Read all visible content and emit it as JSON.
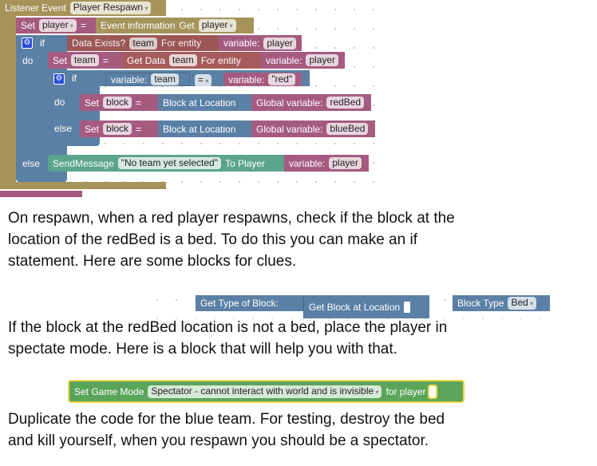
{
  "listener": {
    "label": "Listener Event",
    "event": "Player Respawn"
  },
  "set_player": {
    "set": "Set",
    "var": "player",
    "eq": "=",
    "info": "Event information",
    "get": "Get",
    "value": "player"
  },
  "if1": {
    "if": "if",
    "do": "do",
    "else": "else",
    "cond": "Data Exists?",
    "key": "team",
    "for": "For entity",
    "var_label": "variable:",
    "var": "player"
  },
  "set_team": {
    "set": "Set",
    "var": "team",
    "eq": "=",
    "get": "Get Data",
    "key": "team",
    "for": "For entity",
    "var_label": "variable:",
    "var2": "player"
  },
  "if2": {
    "if": "if",
    "do": "do",
    "else": "else",
    "var_label": "variable:",
    "left": "team",
    "op": "=",
    "right": "\"red\""
  },
  "set_red": {
    "set": "Set",
    "var": "block",
    "eq": "=",
    "fn": "Block at Location",
    "glabel": "Global variable:",
    "g": "redBed"
  },
  "set_blue": {
    "set": "Set",
    "var": "block",
    "eq": "=",
    "fn": "Block at Location",
    "glabel": "Global variable:",
    "g": "blueBed"
  },
  "send": {
    "label": "SendMessage",
    "msg": "\"No team yet selected\"",
    "to": "To Player",
    "var_label": "variable:",
    "var": "player"
  },
  "para1": [
    "On respawn, when a red player respawns, check if the block at the",
    "location of the redBed is a bed.   To do this you can make an if",
    "statement.   Here are some blocks for clues."
  ],
  "clue": {
    "type_of": "Get Type of Block:",
    "get_block": "Get Block at Location",
    "block_type": "Block Type",
    "bed": "Bed"
  },
  "para2": [
    "If the block at the redBed location is not a bed, place the player in",
    "spectate mode.   Here is a block that will help you with that."
  ],
  "gamemode": {
    "label": "Set Game Mode",
    "mode": "Spectator - cannot interact with world and is invisible",
    "for": "for player"
  },
  "para3": [
    "Duplicate the code for the blue team.   For testing, destroy the bed",
    "and kill yourself, when you respawn you should be a spectator."
  ]
}
